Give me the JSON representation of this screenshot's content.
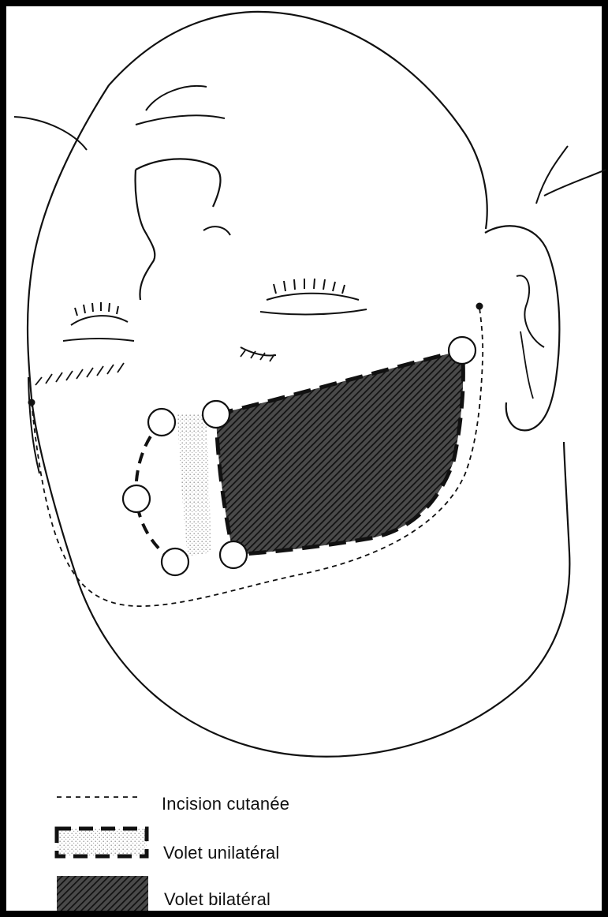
{
  "figure": {
    "legend": {
      "items": [
        {
          "key": "incision",
          "label": "Incision cutanée",
          "swatch": "thin-dashed-line"
        },
        {
          "key": "unilateral",
          "label": "Volet unilatéral",
          "swatch": "bold-dashed-box-light-stipple"
        },
        {
          "key": "bilateral",
          "label": "Volet bilatéral",
          "swatch": "dark-crosshatch-block"
        }
      ]
    },
    "colors": {
      "border": "#000000",
      "line": "#111111",
      "light_stipple": "#d9d9d9",
      "dark_hatch": "#2a2a2a",
      "background": "#ffffff"
    }
  }
}
